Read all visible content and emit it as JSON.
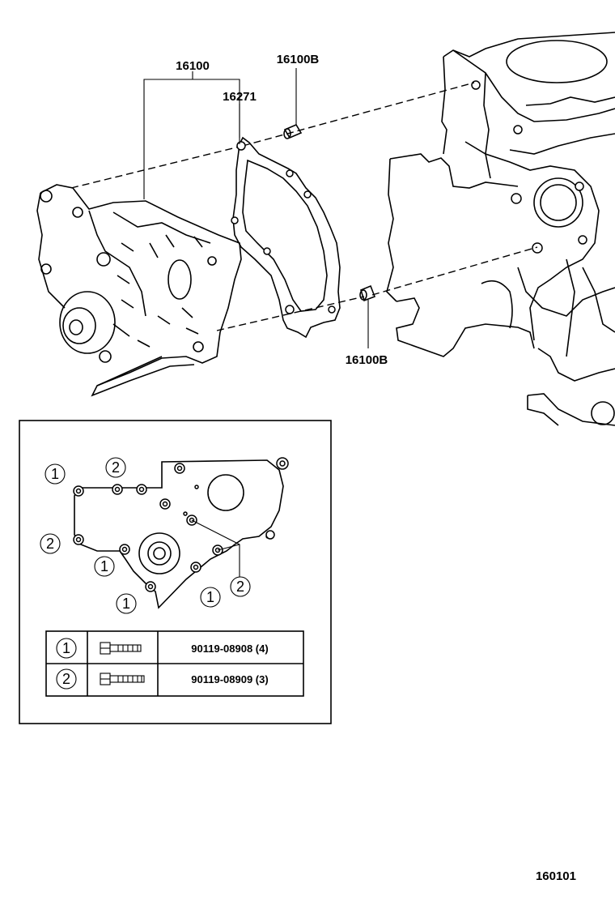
{
  "callouts": {
    "water_pump": "16100",
    "gasket": "16271",
    "dowel_top": "16100B",
    "dowel_bottom": "16100B"
  },
  "inset": {
    "bolt_markers": {
      "m1": "1",
      "m2": "2",
      "m3": "2",
      "m4": "1",
      "m5": "1",
      "m6": "1",
      "m7": "2"
    },
    "table": {
      "rows": [
        {
          "marker": "1",
          "part_no": "90119-08908 (4)"
        },
        {
          "marker": "2",
          "part_no": "90119-08909 (3)"
        }
      ]
    }
  },
  "figure_code": "160101"
}
